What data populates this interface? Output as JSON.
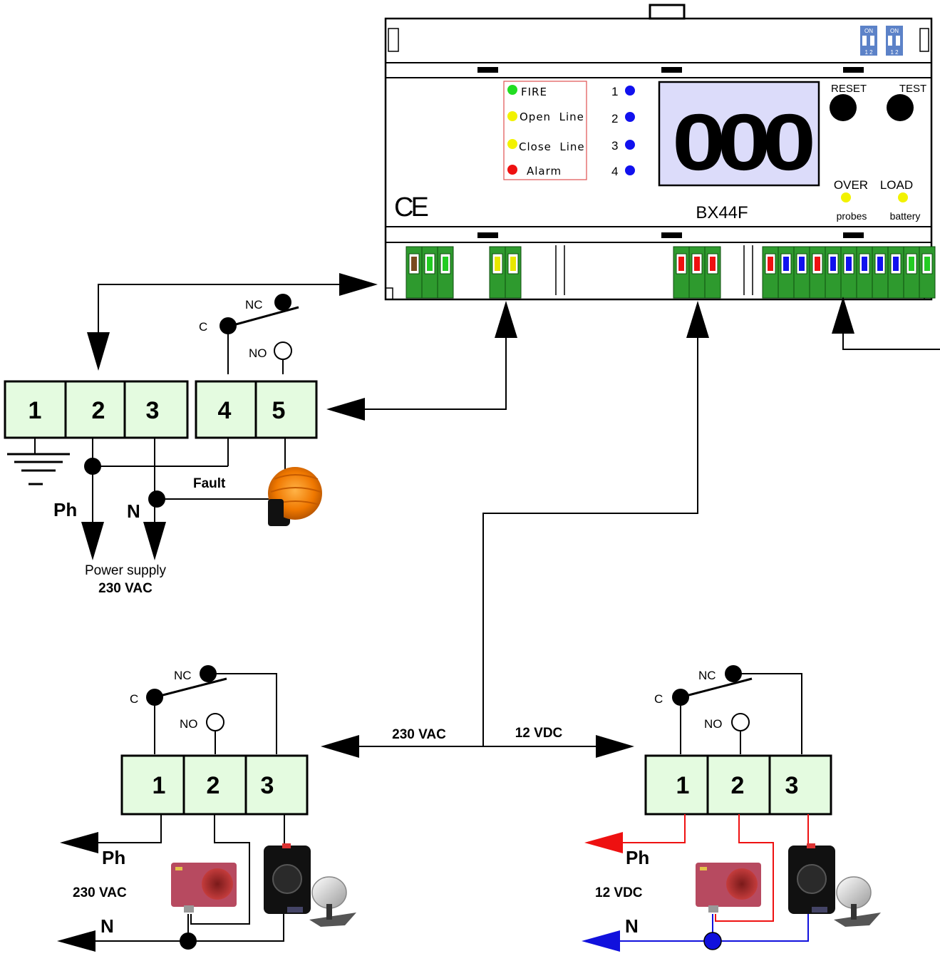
{
  "device": {
    "model": "BX44F",
    "display": "000",
    "ce_mark": "CE",
    "dip_switch_label": "ON",
    "dip_switch_numbers": "1 2",
    "status_leds": [
      {
        "label": "FIRE",
        "color": "#22dd22"
      },
      {
        "label": "Open  Line",
        "color": "#f2f200"
      },
      {
        "label": "Close  Line",
        "color": "#f2f200"
      },
      {
        "label": "Alarm",
        "color": "#ee1111"
      }
    ],
    "zones": [
      "1",
      "2",
      "3",
      "4"
    ],
    "zone_led_color": "#1111ee",
    "buttons": {
      "reset": "RESET",
      "test": "TEST"
    },
    "indicators": {
      "over": "OVER",
      "load": "LOAD",
      "probes": "probes",
      "battery": "battery"
    }
  },
  "power_block": {
    "terminals": [
      "1",
      "2",
      "3",
      "4",
      "5"
    ],
    "relay": {
      "nc": "NC",
      "c": "C",
      "no": "NO"
    },
    "fault_label": "Fault",
    "ph_label": "Ph",
    "n_label": "N",
    "supply_title": "Power supply",
    "supply_voltage": "230 VAC"
  },
  "split_labels": {
    "left": "230 VAC",
    "right": "12 VDC"
  },
  "left_block": {
    "terminals": [
      "1",
      "2",
      "3"
    ],
    "relay": {
      "nc": "NC",
      "c": "C",
      "no": "NO"
    },
    "ph_label": "Ph",
    "n_label": "N",
    "voltage": "230 VAC"
  },
  "right_block": {
    "terminals": [
      "1",
      "2",
      "3"
    ],
    "relay": {
      "nc": "NC",
      "c": "C",
      "no": "NO"
    },
    "ph_label": "Ph",
    "n_label": "N",
    "voltage": "12 VDC",
    "phase_color": "#ee1111",
    "neutral_color": "#1111dd"
  },
  "colors": {
    "terminal_fill": "#e4fbe0",
    "connector_green": "#2e9a2e",
    "display_bg": "#dcdcfa"
  }
}
